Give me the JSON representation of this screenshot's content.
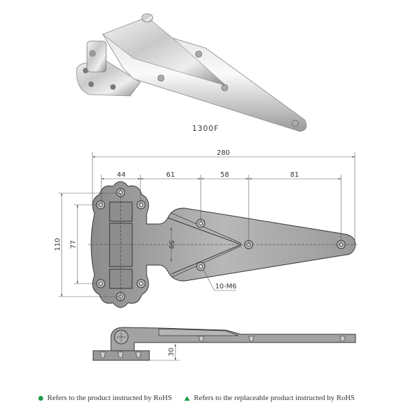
{
  "product": {
    "model": "1300F"
  },
  "dimensions": {
    "overall_length": "280",
    "segments": [
      "44",
      "61",
      "58",
      "81"
    ],
    "height_overall": "110",
    "height_holes": "77",
    "groove_spacing": "59",
    "holes_callout": "10-M6",
    "base_offset": "30"
  },
  "legend": {
    "items": [
      {
        "symbol": "circle",
        "color": "#1a9a4a",
        "label": "Refers to the product instructed by RoHS"
      },
      {
        "symbol": "triangle",
        "color": "#1a9a4a",
        "label": "Refers to the replaceable product instructed by RoHS"
      }
    ]
  }
}
